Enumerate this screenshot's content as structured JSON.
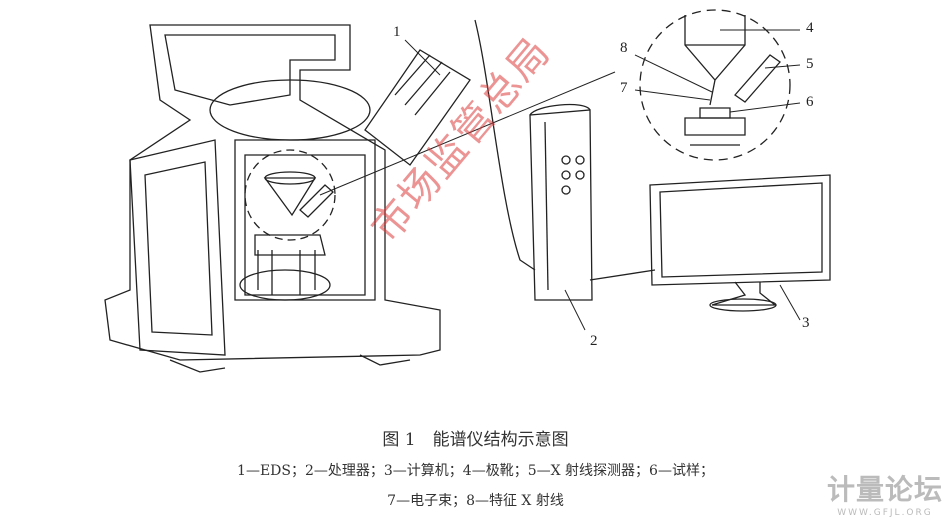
{
  "figure": {
    "callouts": [
      "1",
      "2",
      "3",
      "4",
      "5",
      "6",
      "7",
      "8"
    ],
    "title": "图 1　能谱仪结构示意图",
    "legend_line1": "1—EDS；2—处理器；3—计算机；4—极靴；5—X 射线探测器；6—试样；",
    "legend_line2": "7—电子束；8—特征 X 射线"
  },
  "watermark": "市场监管总局",
  "logo": {
    "title": "计量论坛",
    "url": "WWW.GFJL.ORG"
  }
}
